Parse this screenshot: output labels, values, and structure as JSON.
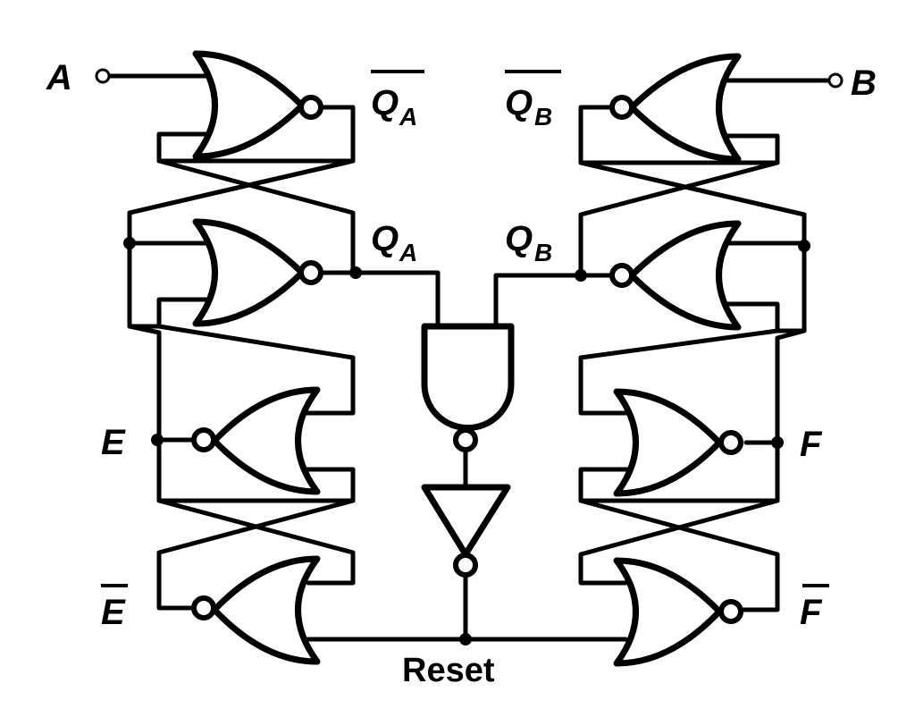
{
  "labels": {
    "input_a": "A",
    "input_b": "B",
    "qa_bar_main": "Q",
    "qa_bar_sub": "A",
    "qb_bar_main": "Q",
    "qb_bar_sub": "B",
    "qa_main": "Q",
    "qa_sub": "A",
    "qb_main": "Q",
    "qb_sub": "B",
    "e": "E",
    "e_bar": "E",
    "f": "F",
    "f_bar": "F",
    "reset": "Reset"
  },
  "colors": {
    "ink": "#000000",
    "paper": "#ffffff"
  }
}
